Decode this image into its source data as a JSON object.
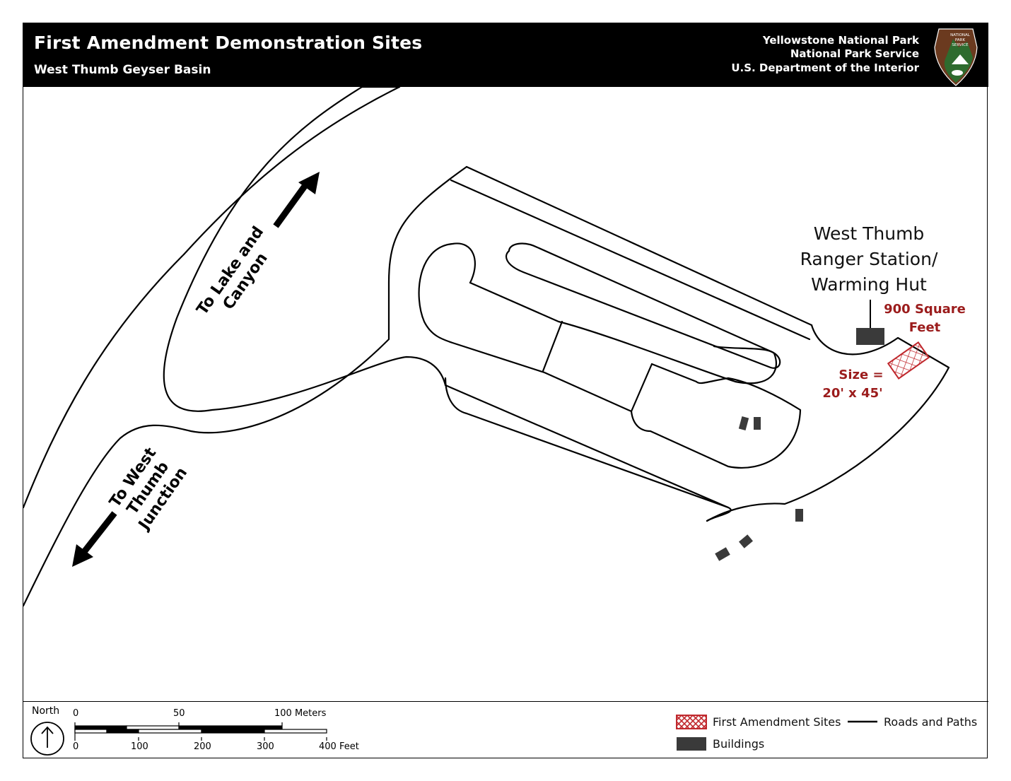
{
  "header": {
    "title": "First Amendment Demonstration Sites",
    "subtitle": "West Thumb Geyser Basin",
    "agency": [
      "Yellowstone National Park",
      "National Park Service",
      "U.S. Department of the Interior"
    ],
    "logo_text": [
      "NATIONAL",
      "PARK",
      "SERVICE"
    ]
  },
  "map": {
    "ranger_station_label": [
      "West Thumb",
      "Ranger Station/",
      "Warming Hut"
    ],
    "site_area_label": [
      "900 Square",
      "Feet"
    ],
    "site_size_label": [
      "Size =",
      "20' x 45'"
    ],
    "direction_labels": {
      "north_east": [
        "To Lake and",
        "Canyon"
      ],
      "south_west": [
        "To West",
        "Thumb",
        "Junction"
      ]
    }
  },
  "scale": {
    "north_label": "North",
    "meters": [
      "0",
      "50",
      "100 Meters"
    ],
    "feet": [
      "0",
      "100",
      "200",
      "300",
      "400 Feet"
    ]
  },
  "legend": {
    "first_amendment_sites": "First Amendment Sites",
    "buildings": "Buildings",
    "roads_and_paths": "Roads and Paths"
  },
  "colors": {
    "header_bg": "#000000",
    "site_red": "#c0282d",
    "label_red": "#9b1c1c",
    "building": "#3a3a3a"
  }
}
